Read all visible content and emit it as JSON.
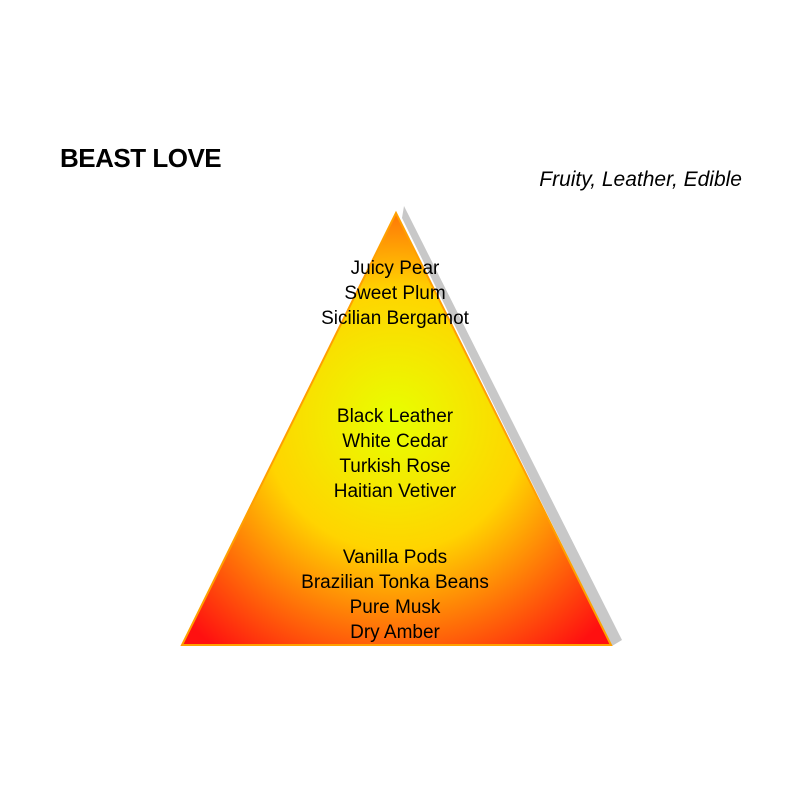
{
  "title": "BEAST LOVE",
  "subtitle": "Fruity, Leather, Edible",
  "colors": {
    "gradient_center": "#e8ff00",
    "gradient_mid": "#ffd400",
    "gradient_edge": "#ff1010",
    "outline": "#ffa000",
    "shadow": "#c8c8c8"
  },
  "pyramid": {
    "top_notes": [
      "Juicy Pear",
      "Sweet Plum",
      "Sicilian Bergamot"
    ],
    "heart_notes": [
      "Black Leather",
      "White Cedar",
      "Turkish Rose",
      "Haitian Vetiver"
    ],
    "base_notes": [
      "Vanilla Pods",
      "Brazilian Tonka Beans",
      "Pure Musk",
      "Dry Amber"
    ]
  }
}
